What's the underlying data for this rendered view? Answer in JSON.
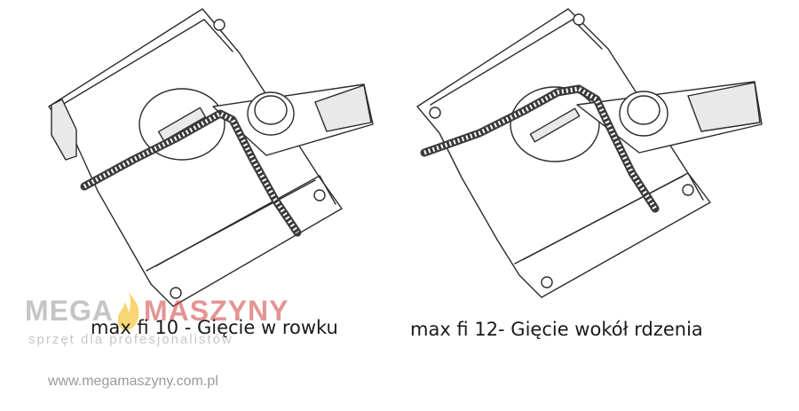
{
  "captions": {
    "left": "max fi 10 - Gięcie w rowku",
    "right": "max fi 12- Gięcie wokół rdzenia"
  },
  "watermark": {
    "brand_first": "MEGA",
    "brand_second": "MASZYNY",
    "tagline": "sprzęt dla profesjonalistów",
    "url": "www.megamaszyny.com.pl",
    "colors": {
      "mega": "#969696",
      "maszyny": "#cd3c3c",
      "flame": "#f2b400"
    }
  },
  "icons": {
    "logo": "flame-icon"
  }
}
